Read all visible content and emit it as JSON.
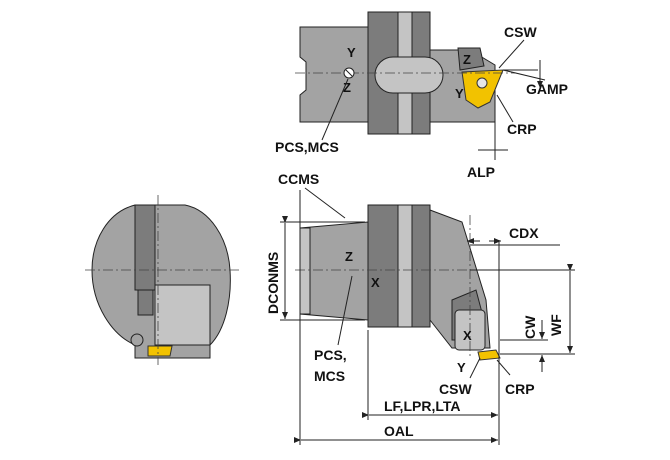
{
  "labels": {
    "csw_top": "CSW",
    "gamp": "GAMP",
    "crp_top": "CRP",
    "alp": "ALP",
    "pcs_mcs_top": "PCS,MCS",
    "ccms": "CCMS",
    "dconms": "DCONMS",
    "cdx": "CDX",
    "wf": "WF",
    "cw": "CW",
    "pcs_bottom": "PCS,",
    "mcs_bottom": "MCS",
    "csw_bottom": "CSW",
    "crp_bottom": "CRP",
    "lf_lpr_lta": "LF,LPR,LTA",
    "oal": "OAL"
  },
  "axes": {
    "top_y": "Y",
    "top_z": "Z",
    "top_insert_z": "Z",
    "top_insert_y": "Y",
    "side_z": "Z",
    "side_x": "X",
    "side_insert_x": "X",
    "side_insert_y": "Y"
  },
  "colors": {
    "body": "#a3a3a3",
    "body_dark": "#7c7c7c",
    "body_light": "#c4c4c4",
    "insert": "#f2c200",
    "line": "#222222"
  }
}
